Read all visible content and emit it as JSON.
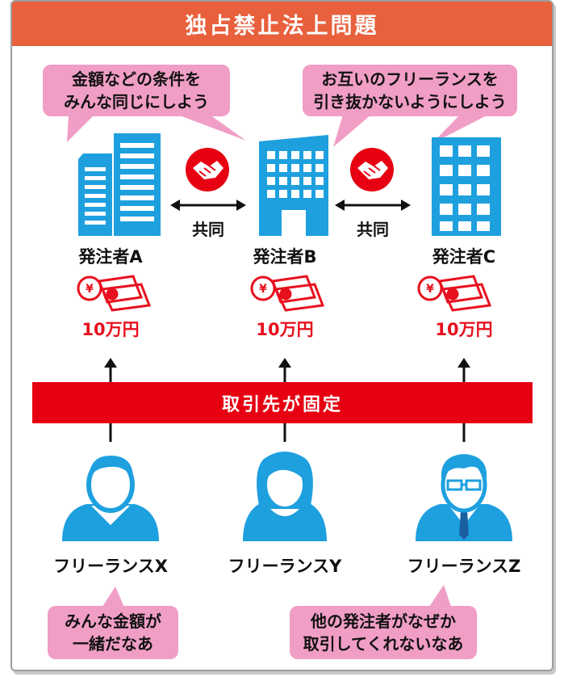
{
  "title": "独占禁止法上問題",
  "bubbles": {
    "left_line1": "金額などの条件を",
    "left_line2": "みんな同じにしよう",
    "right_line1": "お互いのフリーランスを",
    "right_line2": "引き抜かないようにしよう",
    "bottom_left_line1": "みんな金額が",
    "bottom_left_line2": "一緒だなあ",
    "bottom_right_line1": "他の発注者がなぜか",
    "bottom_right_line2": "取引してくれないなあ"
  },
  "joint_label": "共同",
  "clients": [
    {
      "name": "発注者A",
      "price": "10万円"
    },
    {
      "name": "発注者B",
      "price": "10万円"
    },
    {
      "name": "発注者C",
      "price": "10万円"
    }
  ],
  "bar_label": "取引先が固定",
  "freelancers": [
    {
      "name": "フリーランスX"
    },
    {
      "name": "フリーランスY"
    },
    {
      "name": "フリーランスZ"
    }
  ],
  "colors": {
    "header": "#e8603c",
    "bubble": "#f09ec6",
    "building": "#1ea0df",
    "money_red": "#e8101e",
    "bar_red": "#e60012",
    "person": "#1ea0df"
  }
}
